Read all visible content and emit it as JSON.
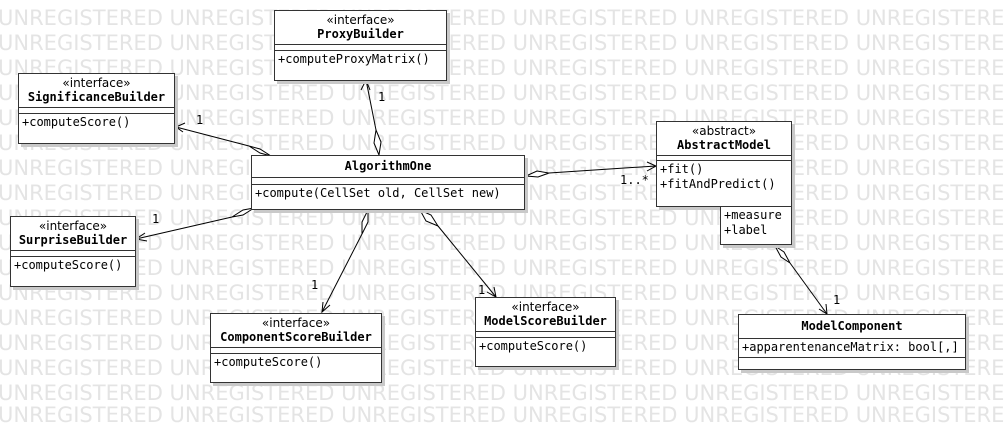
{
  "watermark": "UNREGISTERED UNREGISTERED UNREGISTERED UNREGISTERED UNREGISTERED UNREGISTERED",
  "classes": {
    "proxy_builder": {
      "stereotype": "«interface»",
      "name": "ProxyBuilder",
      "operations": [
        "+computeProxyMatrix()"
      ]
    },
    "significance_builder": {
      "stereotype": "«interface»",
      "name": "SignificanceBuilder",
      "operations": [
        "+computeScore()"
      ]
    },
    "algorithm_one": {
      "name": "AlgorithmOne",
      "operations": [
        "+compute(CellSet old, CellSet new)"
      ]
    },
    "surprise_builder": {
      "stereotype": "«interface»",
      "name": "SurpriseBuilder",
      "operations": [
        "+computeScore()"
      ]
    },
    "component_score_builder": {
      "stereotype": "«interface»",
      "name": "ComponentScoreBuilder",
      "operations": [
        "+computeScore()"
      ]
    },
    "model_score_builder": {
      "stereotype": "«interface»",
      "name": "ModelScoreBuilder",
      "operations": [
        "+computeScore()"
      ]
    },
    "abstract_model": {
      "stereotype": "«abstract»",
      "name": "AbstractModel",
      "operations": [
        "+fit()",
        "+fitAndPredict()"
      ],
      "attributes": [
        "+measure",
        "+label"
      ]
    },
    "model_component": {
      "name": "ModelComponent",
      "attributes": [
        "+apparentenanceMatrix: bool[,]"
      ]
    }
  },
  "multiplicities": {
    "proxy": "1",
    "significance": "1",
    "surprise": "1",
    "component_score": "1",
    "model_score": "1",
    "abstract_model": "1..*",
    "model_component": "1"
  }
}
